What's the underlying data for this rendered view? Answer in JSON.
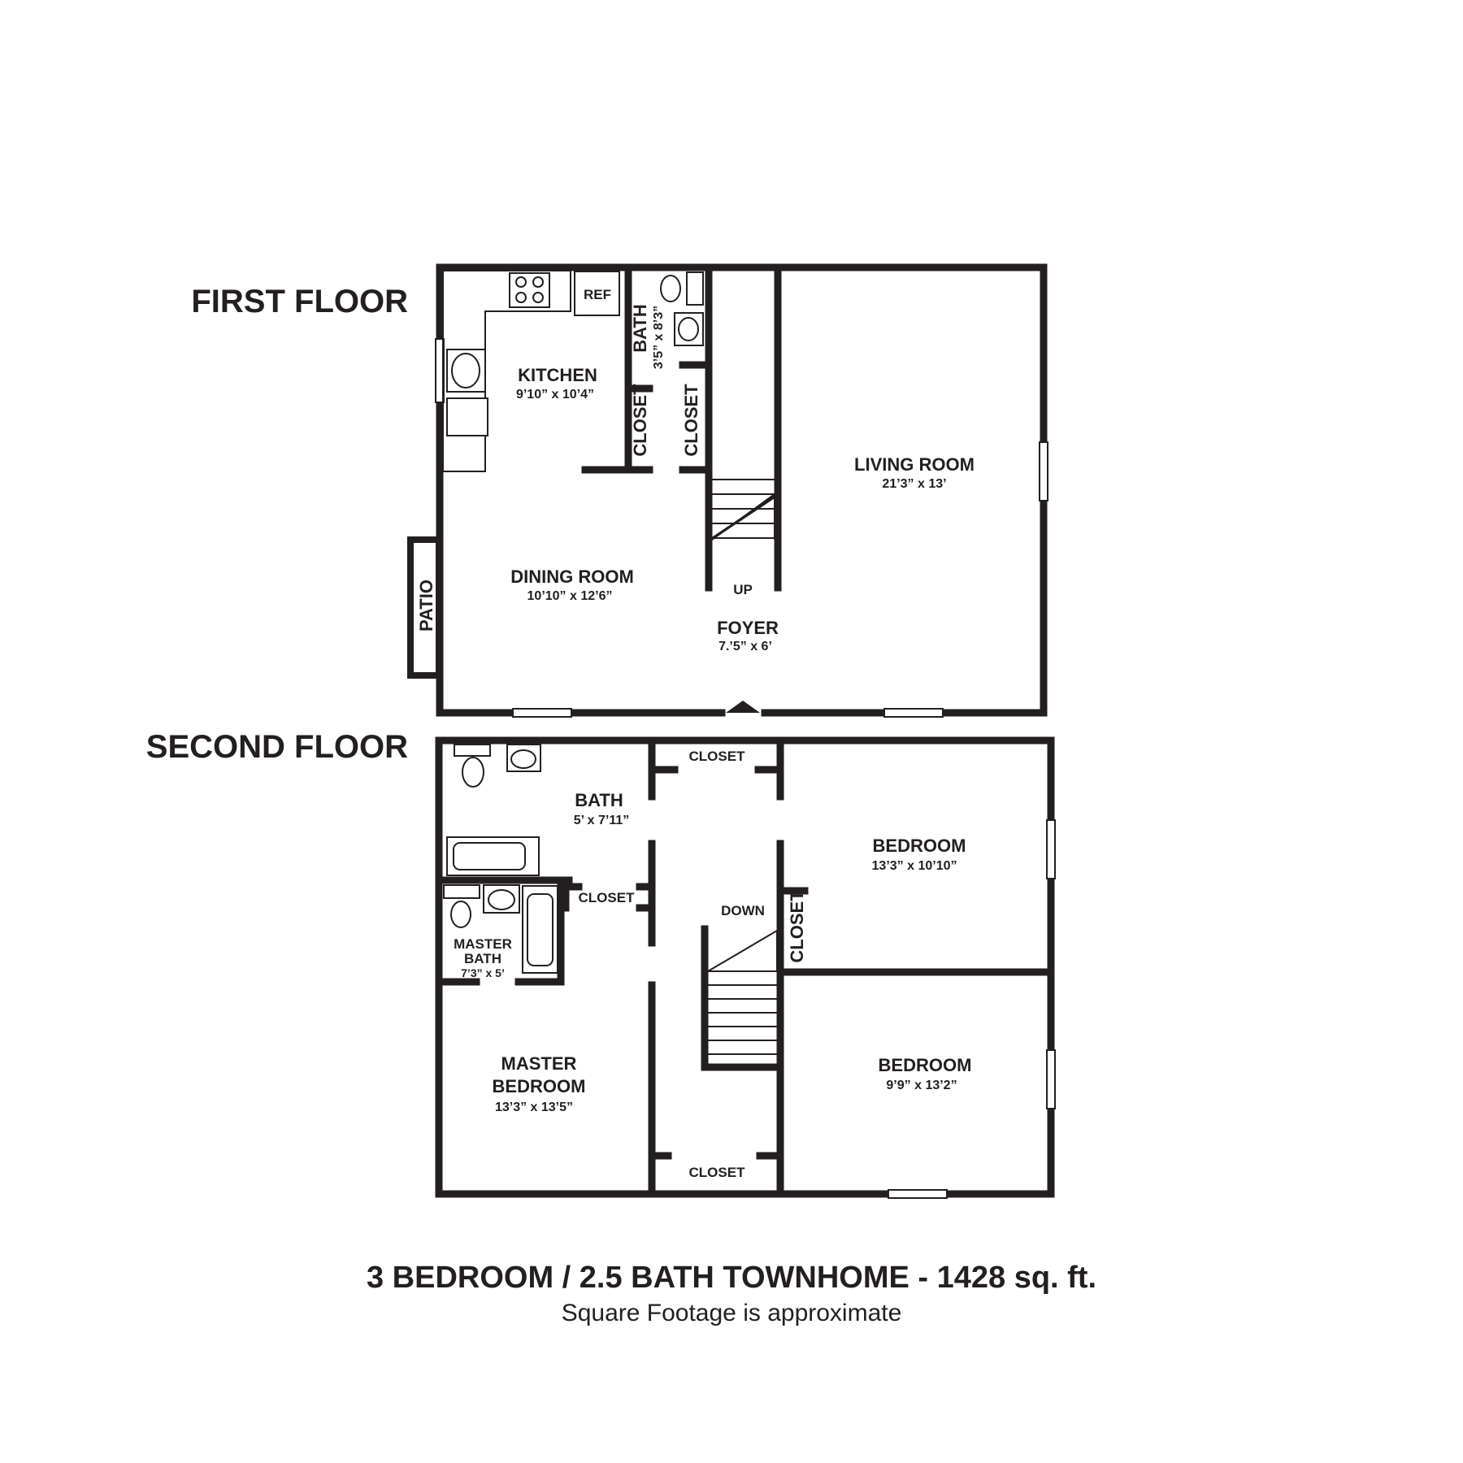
{
  "first_floor": {
    "label": "FIRST FLOOR",
    "rooms": {
      "kitchen": {
        "name": "KITCHEN",
        "dim": "9’10” x 10’4”"
      },
      "bath": {
        "name": "BATH",
        "dim": "3’5” x 8’3”"
      },
      "closet_a": {
        "name": "CLOSET"
      },
      "closet_b": {
        "name": "CLOSET"
      },
      "living": {
        "name": "LIVING ROOM",
        "dim": "21’3” x 13’"
      },
      "dining": {
        "name": "DINING ROOM",
        "dim": "10’10” x 12’6”"
      },
      "foyer": {
        "name": "FOYER",
        "dim": "7.’5” x 6’"
      },
      "patio": {
        "name": "PATIO"
      }
    },
    "ref_label": "REF",
    "stairs_label": "UP"
  },
  "second_floor": {
    "label": "SECOND FLOOR",
    "rooms": {
      "bath": {
        "name": "BATH",
        "dim": "5’ x 7’11”"
      },
      "closet_top": {
        "name": "CLOSET"
      },
      "bedroom_1": {
        "name": "BEDROOM",
        "dim": "13’3” x 10’10”"
      },
      "closet_master": {
        "name": "CLOSET"
      },
      "master_bath": {
        "name_1": "MASTER",
        "name_2": "BATH",
        "dim": "7’3” x 5’"
      },
      "closet_bedroom": {
        "name": "CLOSET"
      },
      "master_bedroom": {
        "name_1": "MASTER",
        "name_2": "BEDROOM",
        "dim": "13’3” x 13’5”"
      },
      "bedroom_2": {
        "name": "BEDROOM",
        "dim": "9’9” x 13’2”"
      },
      "closet_bottom": {
        "name": "CLOSET"
      }
    },
    "stairs_label": "DOWN"
  },
  "footer": {
    "title": "3 BEDROOM / 2.5 BATH TOWNHOME - 1428 sq. ft.",
    "subtitle": "Square Footage is approximate"
  },
  "colors": {
    "ink": "#231f20",
    "background": "#ffffff"
  }
}
